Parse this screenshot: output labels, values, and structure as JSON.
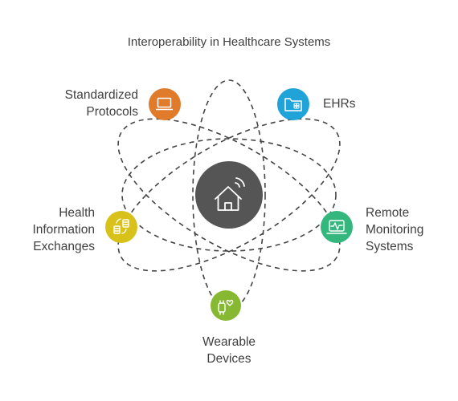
{
  "title": "Interoperability in Healthcare Systems",
  "hub": {
    "icon": "home-signal-icon",
    "color": "#555555"
  },
  "nodes": [
    {
      "id": "protocols",
      "label_lines": [
        "Standardized",
        "Protocols"
      ],
      "icon": "monitor-icon",
      "color": "#E07B2C"
    },
    {
      "id": "ehrs",
      "label_lines": [
        "EHRs"
      ],
      "icon": "medical-folder-icon",
      "color": "#1FA3D9"
    },
    {
      "id": "hie",
      "label_lines": [
        "Health",
        "Information",
        "Exchanges"
      ],
      "icon": "data-exchange-icon",
      "color": "#D8C21A"
    },
    {
      "id": "rms",
      "label_lines": [
        "Remote",
        "Monitoring",
        "Systems"
      ],
      "icon": "heart-monitor-icon",
      "color": "#33B77D"
    },
    {
      "id": "wearables",
      "label_lines": [
        "Wearable",
        "Devices"
      ],
      "icon": "wearable-heart-icon",
      "color": "#86B832"
    }
  ],
  "orbit_color": "#444444"
}
